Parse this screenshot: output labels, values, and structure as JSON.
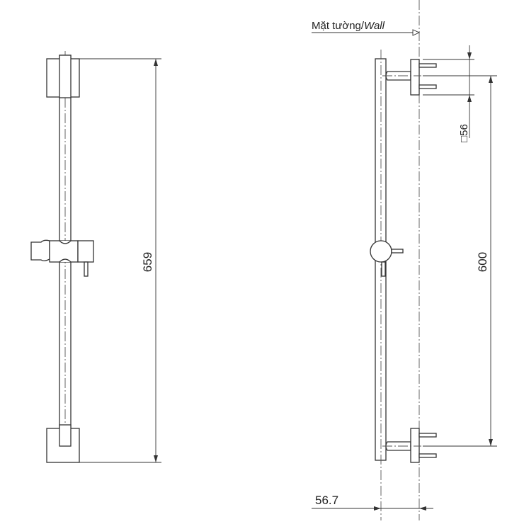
{
  "wall_label": {
    "text": "Mặt tường/",
    "italic": "Wall"
  },
  "dimensions": {
    "overall_length": "659",
    "bracket_spacing": "600",
    "bracket_plate_size": "□56",
    "wall_offset": "56.7"
  },
  "colors": {
    "line": "#333333",
    "background": "#ffffff"
  }
}
